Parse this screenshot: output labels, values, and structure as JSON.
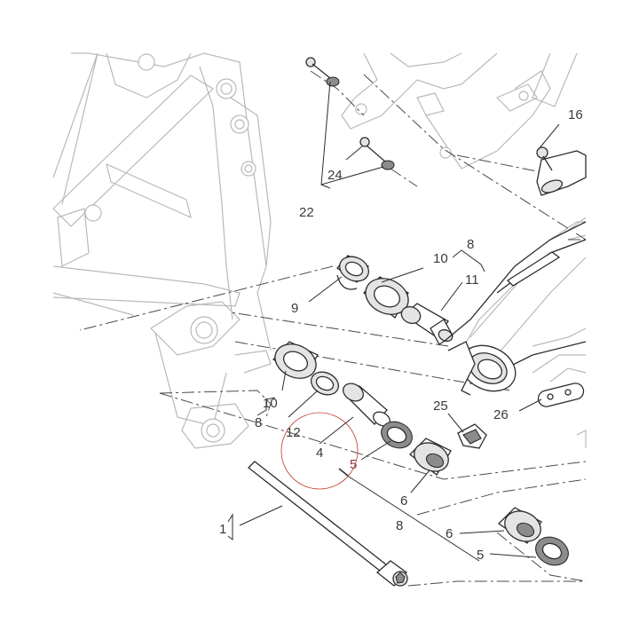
{
  "diagram": {
    "callouts": [
      {
        "id": "c1",
        "text": "1"
      },
      {
        "id": "c4",
        "text": "4"
      },
      {
        "id": "c5a",
        "text": "5"
      },
      {
        "id": "c5b",
        "text": "5"
      },
      {
        "id": "c6a",
        "text": "6"
      },
      {
        "id": "c6b",
        "text": "6"
      },
      {
        "id": "c8a",
        "text": "8"
      },
      {
        "id": "c8b",
        "text": "8"
      },
      {
        "id": "c8c",
        "text": "8"
      },
      {
        "id": "c9",
        "text": "9"
      },
      {
        "id": "c10a",
        "text": "10"
      },
      {
        "id": "c10b",
        "text": "10"
      },
      {
        "id": "c11",
        "text": "11"
      },
      {
        "id": "c12",
        "text": "12"
      },
      {
        "id": "c16",
        "text": "16"
      },
      {
        "id": "c22",
        "text": "22"
      },
      {
        "id": "c24",
        "text": "24"
      },
      {
        "id": "c25",
        "text": "25"
      },
      {
        "id": "c26",
        "text": "26"
      }
    ],
    "highlight_color": "#c0392b",
    "line_color": "#2d2d2d",
    "ghost_color": "#b9b9b9"
  }
}
